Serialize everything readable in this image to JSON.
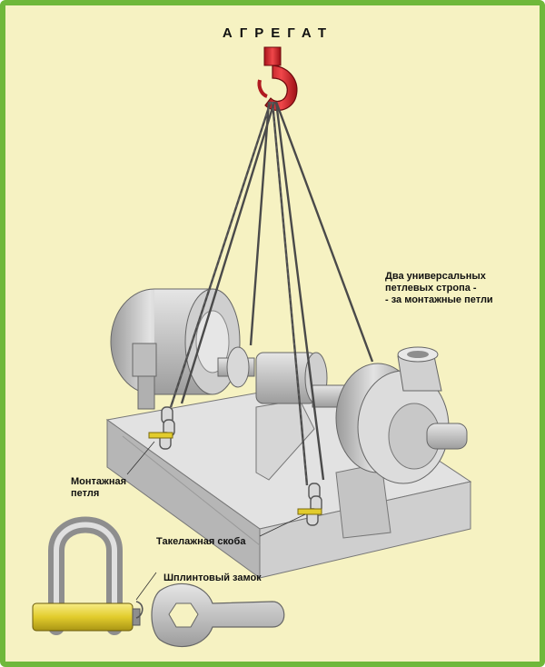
{
  "title": "АГРЕГАТ",
  "labels": {
    "slings_line1": "Два универсальных",
    "slings_line2": "петлевых стропа -",
    "slings_line3": "- за монтажные петли",
    "mounting_loop_line1": "Монтажная",
    "mounting_loop_line2": "петля",
    "rigging_shackle": "Такелажная скоба",
    "cotter_lock": "Шплинтовый замок"
  },
  "colors": {
    "background": "#f6f2c2",
    "border": "#6fb83a",
    "hook": "#e0242a",
    "metal": "#c9c9c9",
    "shackle_pin": "#e6d33a"
  }
}
